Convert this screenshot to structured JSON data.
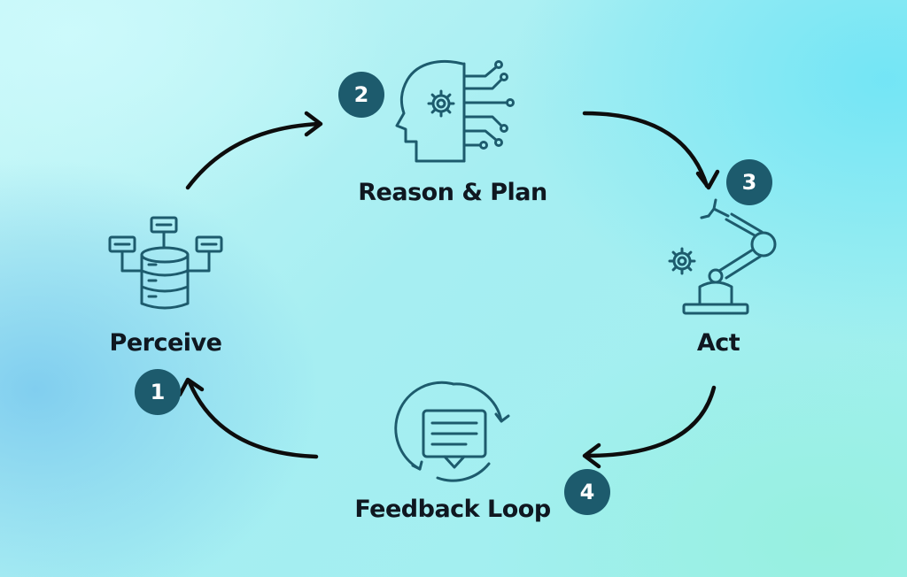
{
  "stages": [
    {
      "number": "1",
      "label": "Perceive",
      "icon": "database-network-icon"
    },
    {
      "number": "2",
      "label": "Reason & Plan",
      "icon": "ai-brain-gear-icon"
    },
    {
      "number": "3",
      "label": "Act",
      "icon": "robot-arm-gear-icon"
    },
    {
      "number": "4",
      "label": "Feedback Loop",
      "icon": "feedback-chat-cycle-icon"
    }
  ],
  "colors": {
    "badge": "#1d5b6d",
    "icon_stroke": "#1d5b6d",
    "arrow": "#0d0d0d",
    "label_text": "#0f1720"
  }
}
